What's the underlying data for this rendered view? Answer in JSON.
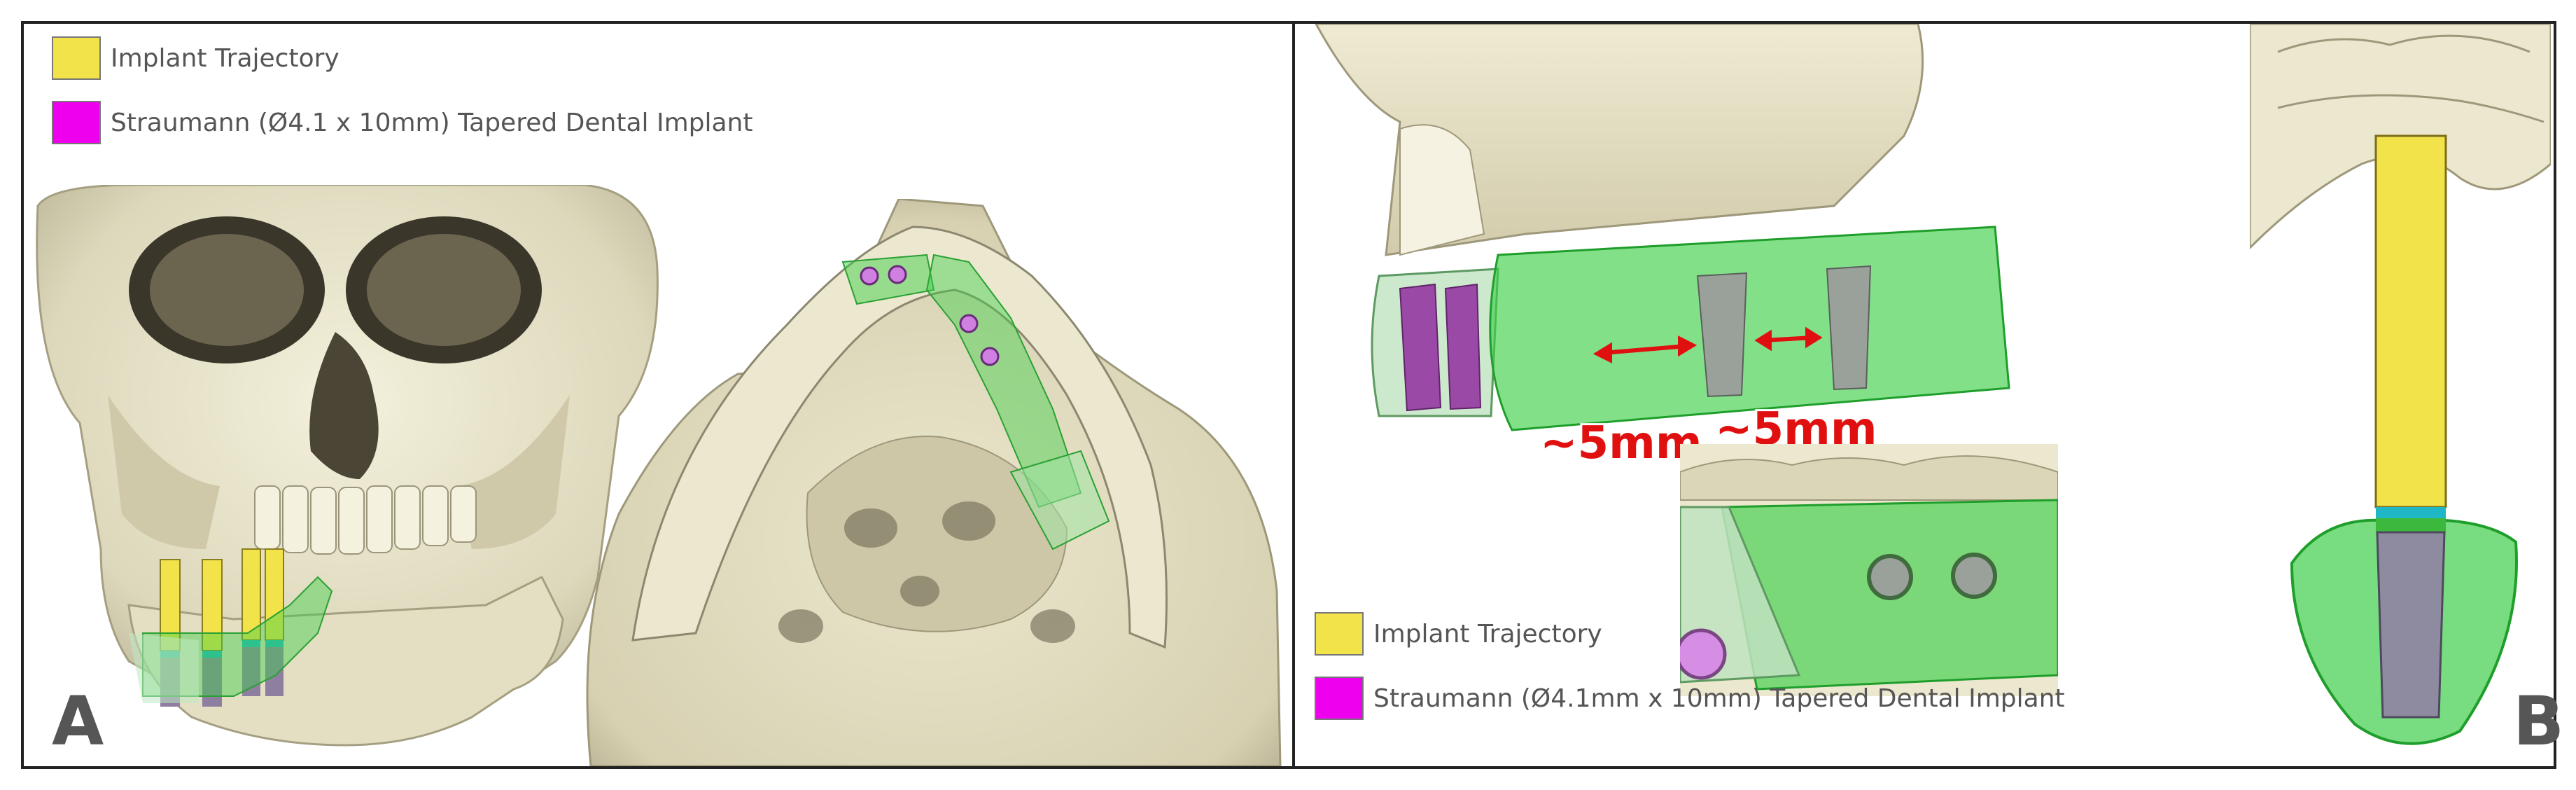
{
  "colors": {
    "trajectory": "#f2e34a",
    "implant": "#ee00ee",
    "guide_green": "#3fcf4a",
    "bone": "#ece8cf",
    "bone_shadow": "#b9b395",
    "arrow_red": "#e01010"
  },
  "panelA": {
    "letter": "A",
    "legend": [
      {
        "label": "Implant Trajectory",
        "color": "#f2e34a"
      },
      {
        "label": "Straumann (Ø4.1 x 10mm) Tapered Dental Implant",
        "color": "#ee00ee"
      }
    ]
  },
  "panelB": {
    "letter": "B",
    "legend": [
      {
        "label": "Implant Trajectory",
        "color": "#f2e34a"
      },
      {
        "label": "Straumann (Ø4.1mm x 10mm) Tapered Dental Implant",
        "color": "#ee00ee"
      }
    ],
    "measure_left": "~5mm",
    "measure_right": "~5mm"
  }
}
